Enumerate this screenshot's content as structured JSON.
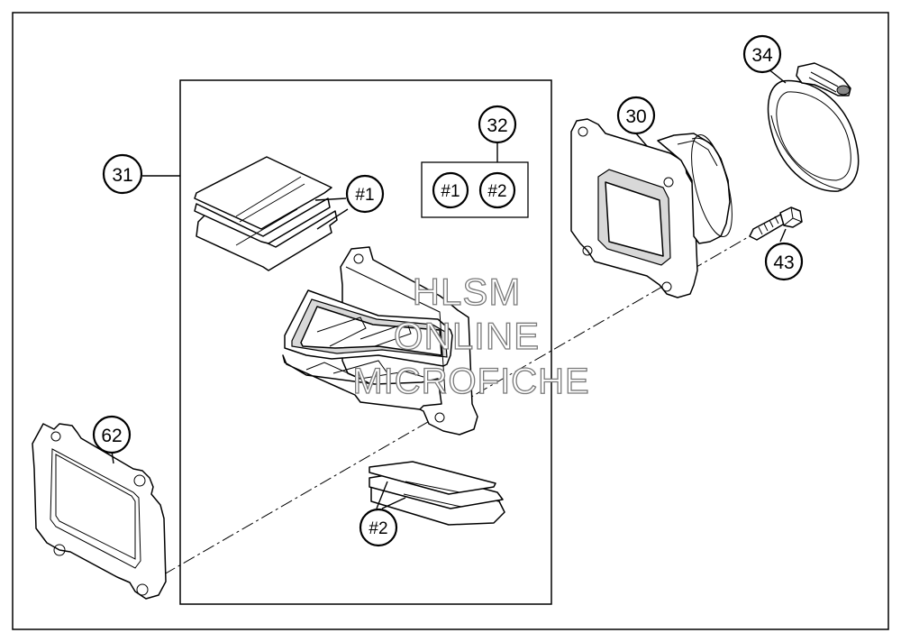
{
  "callouts": {
    "c30": "30",
    "c31": "31",
    "c32": "32",
    "c34": "34",
    "c43": "43",
    "c62": "62",
    "h1_petal": "#1",
    "h2_petal": "#2",
    "h1_kit": "#1",
    "h2_kit": "#2"
  },
  "watermark": {
    "line1": "HLSM",
    "line2": "ONLINE",
    "line3": "MICROFICHE"
  }
}
